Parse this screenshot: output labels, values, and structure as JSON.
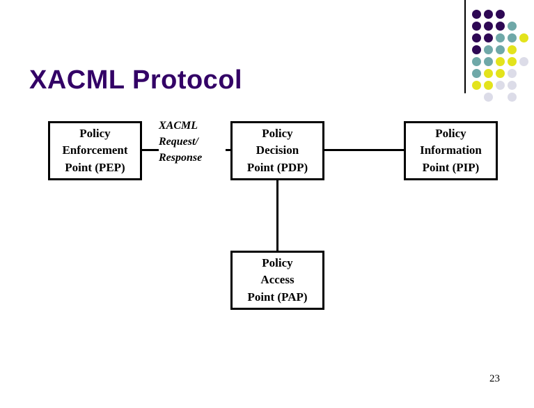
{
  "slide": {
    "title": "XACML Protocol",
    "title_color": "#330066",
    "page_number": "23"
  },
  "decoration": {
    "name": "dot-matrix",
    "colors": {
      "dark_purple": "#2E0854",
      "teal": "#6FA8A8",
      "yellow": "#E3E31C",
      "lavender": "#DCDCE8"
    },
    "cols": 5,
    "rows": 8,
    "cell": 17,
    "grid": [
      [
        "dark_purple",
        "dark_purple",
        "dark_purple",
        "none",
        "none"
      ],
      [
        "dark_purple",
        "dark_purple",
        "dark_purple",
        "teal",
        "none"
      ],
      [
        "dark_purple",
        "dark_purple",
        "teal",
        "teal",
        "yellow"
      ],
      [
        "dark_purple",
        "teal",
        "teal",
        "yellow",
        "none"
      ],
      [
        "teal",
        "teal",
        "yellow",
        "yellow",
        "lavender"
      ],
      [
        "teal",
        "yellow",
        "yellow",
        "lavender",
        "none"
      ],
      [
        "yellow",
        "yellow",
        "lavender",
        "lavender",
        "none"
      ],
      [
        "none",
        "lavender",
        "none",
        "lavender",
        "none"
      ]
    ]
  },
  "diagram": {
    "type": "block-diagram",
    "nodes": [
      {
        "id": "pep",
        "abbr": "PEP",
        "lines": [
          "Policy",
          "Enforcement",
          "Point (PEP)"
        ]
      },
      {
        "id": "pdp",
        "abbr": "PDP",
        "lines": [
          "Policy",
          "Decision",
          "Point (PDP)"
        ]
      },
      {
        "id": "pip",
        "abbr": "PIP",
        "lines": [
          "Policy",
          "Information",
          "Point (PIP)"
        ]
      },
      {
        "id": "pap",
        "abbr": "PAP",
        "lines": [
          "Policy",
          "Access",
          "Point (PAP)"
        ]
      }
    ],
    "edges": [
      {
        "id": "pep-pdp",
        "from": "pep",
        "to": "pdp",
        "label_lines": [
          "XACML",
          "Request/",
          "Response"
        ]
      },
      {
        "id": "pdp-pip",
        "from": "pdp",
        "to": "pip",
        "label_lines": []
      },
      {
        "id": "pdp-pap",
        "from": "pdp",
        "to": "pap",
        "label_lines": []
      }
    ]
  }
}
